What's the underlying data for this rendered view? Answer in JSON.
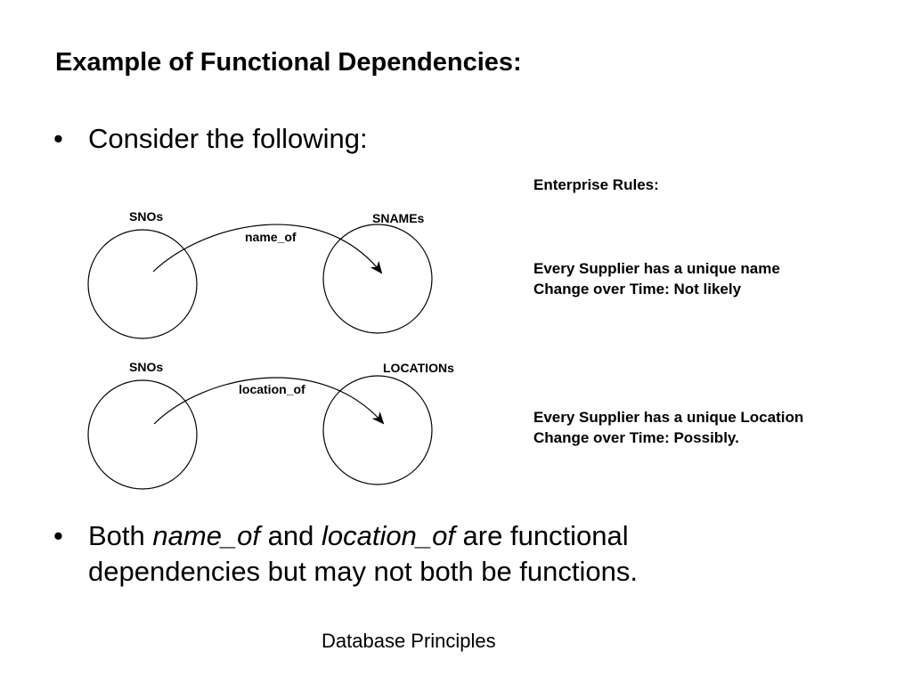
{
  "slide": {
    "title": "Example of Functional Dependencies:",
    "bullet_symbol": "•",
    "bullet1": "Consider the following:",
    "bullet2": {
      "part1": "Both ",
      "term1": "name_of",
      "part2": " and ",
      "term2": "location_of",
      "part3": " are functional dependencies but may not both be functions."
    },
    "footer": "Database Principles"
  },
  "enterprise_rules": {
    "heading": "Enterprise Rules:",
    "rule1": {
      "line1": "Every Supplier has a unique name",
      "line2": "Change over Time: Not likely"
    },
    "rule2": {
      "line1": "Every Supplier has a unique Location",
      "line2": "Change over Time: Possibly."
    }
  },
  "diagram1": {
    "source_label": "SNOs",
    "target_label": "SNAMEs",
    "mapping_label": "name_of"
  },
  "diagram2": {
    "source_label": "SNOs",
    "target_label": "LOCATIONs",
    "mapping_label": "location_of"
  }
}
